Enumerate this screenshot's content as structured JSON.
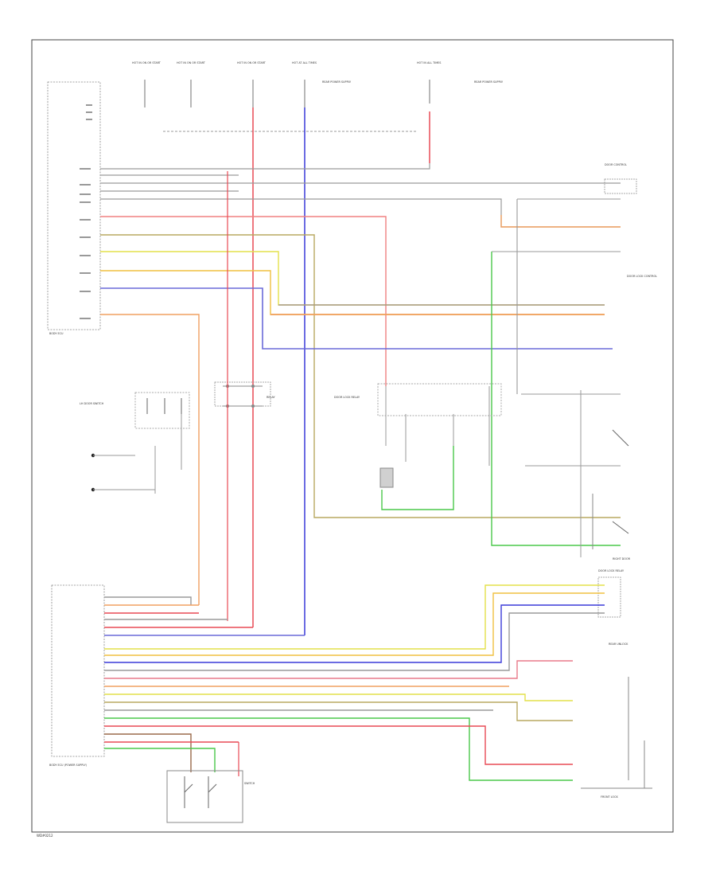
{
  "diagram": {
    "footer_code": "WD#0212"
  },
  "colors": {
    "background": "#ffffff",
    "frame": "#444444",
    "gray": "#9a9a9a",
    "red": "#e84a55",
    "blue": "#3a3ad8",
    "yellow": "#e4e04a",
    "orange": "#f0a060",
    "green": "#4ac84a",
    "olive": "#b8a860",
    "purple": "#8a7ab8",
    "brown": "#9a6a4a",
    "pink": "#e87a8a",
    "teal": "#30b0b0"
  },
  "fuse_labels": [
    "HOT IN ON OR START",
    "HOT IN ON OR START",
    "HOT IN ON OR START",
    "HOT AT ALL TIMES",
    "HOT IN ALL TIMES"
  ],
  "fuse_notes": [
    "REAR POWER SUPPLY",
    "REAR POWER SUPPLY"
  ],
  "components": {
    "left_unit": "BODY ECU",
    "bottom_unit": "BODY ECU (POWER SUPPLY)",
    "door_lock_relay": "DOOR LOCK RELAY",
    "switch_block": "SWITCH",
    "lh_switch": "LH DOOR SWITCH",
    "door_control": "DOOR CONTROL",
    "relay_mid": "RELAY",
    "door_lock_module": "DOOR LOCK CONTROL",
    "rear_unlock": "REAR UNLOCK",
    "front_lock": "FRONT LOCK",
    "right_door": "RIGHT DOOR"
  }
}
